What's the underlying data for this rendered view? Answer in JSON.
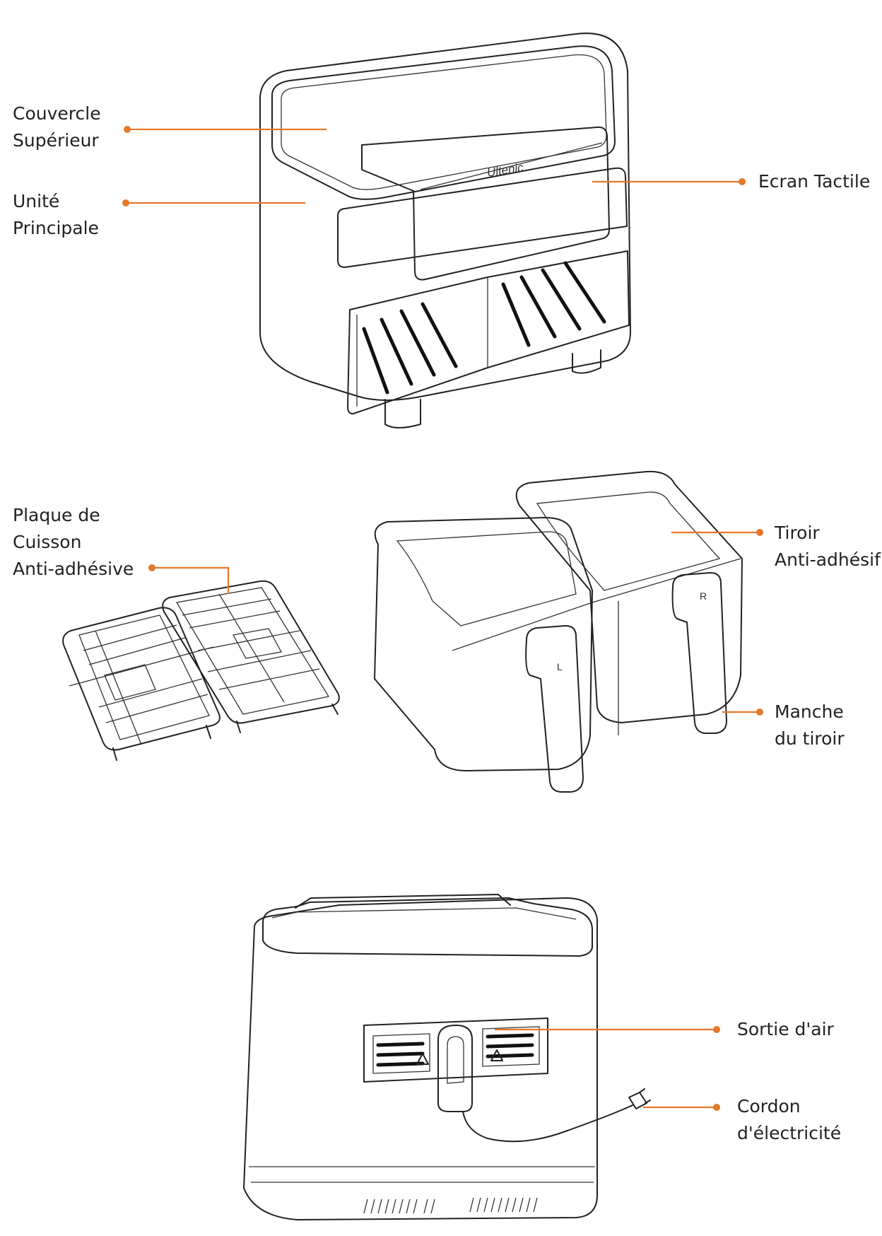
{
  "brand": "Ultenic",
  "labels": {
    "couvercle": [
      "Couvercle",
      "Supérieur"
    ],
    "unite": [
      "Unité",
      "Principale"
    ],
    "ecran": [
      "Ecran Tactile"
    ],
    "plaque": [
      "Plaque de",
      "Cuisson",
      "Anti-adhésive"
    ],
    "tiroir": [
      "Tiroir",
      "Anti-adhésif"
    ],
    "manche": [
      "Manche",
      "du tiroir"
    ],
    "sortie": [
      "Sortie d'air"
    ],
    "cordon": [
      "Cordon",
      "d'électricité"
    ]
  },
  "handle_marks": {
    "left": "L",
    "right": "R"
  },
  "colors": {
    "leader": "#e5782a",
    "outline": "#222222",
    "text": "#222222"
  }
}
